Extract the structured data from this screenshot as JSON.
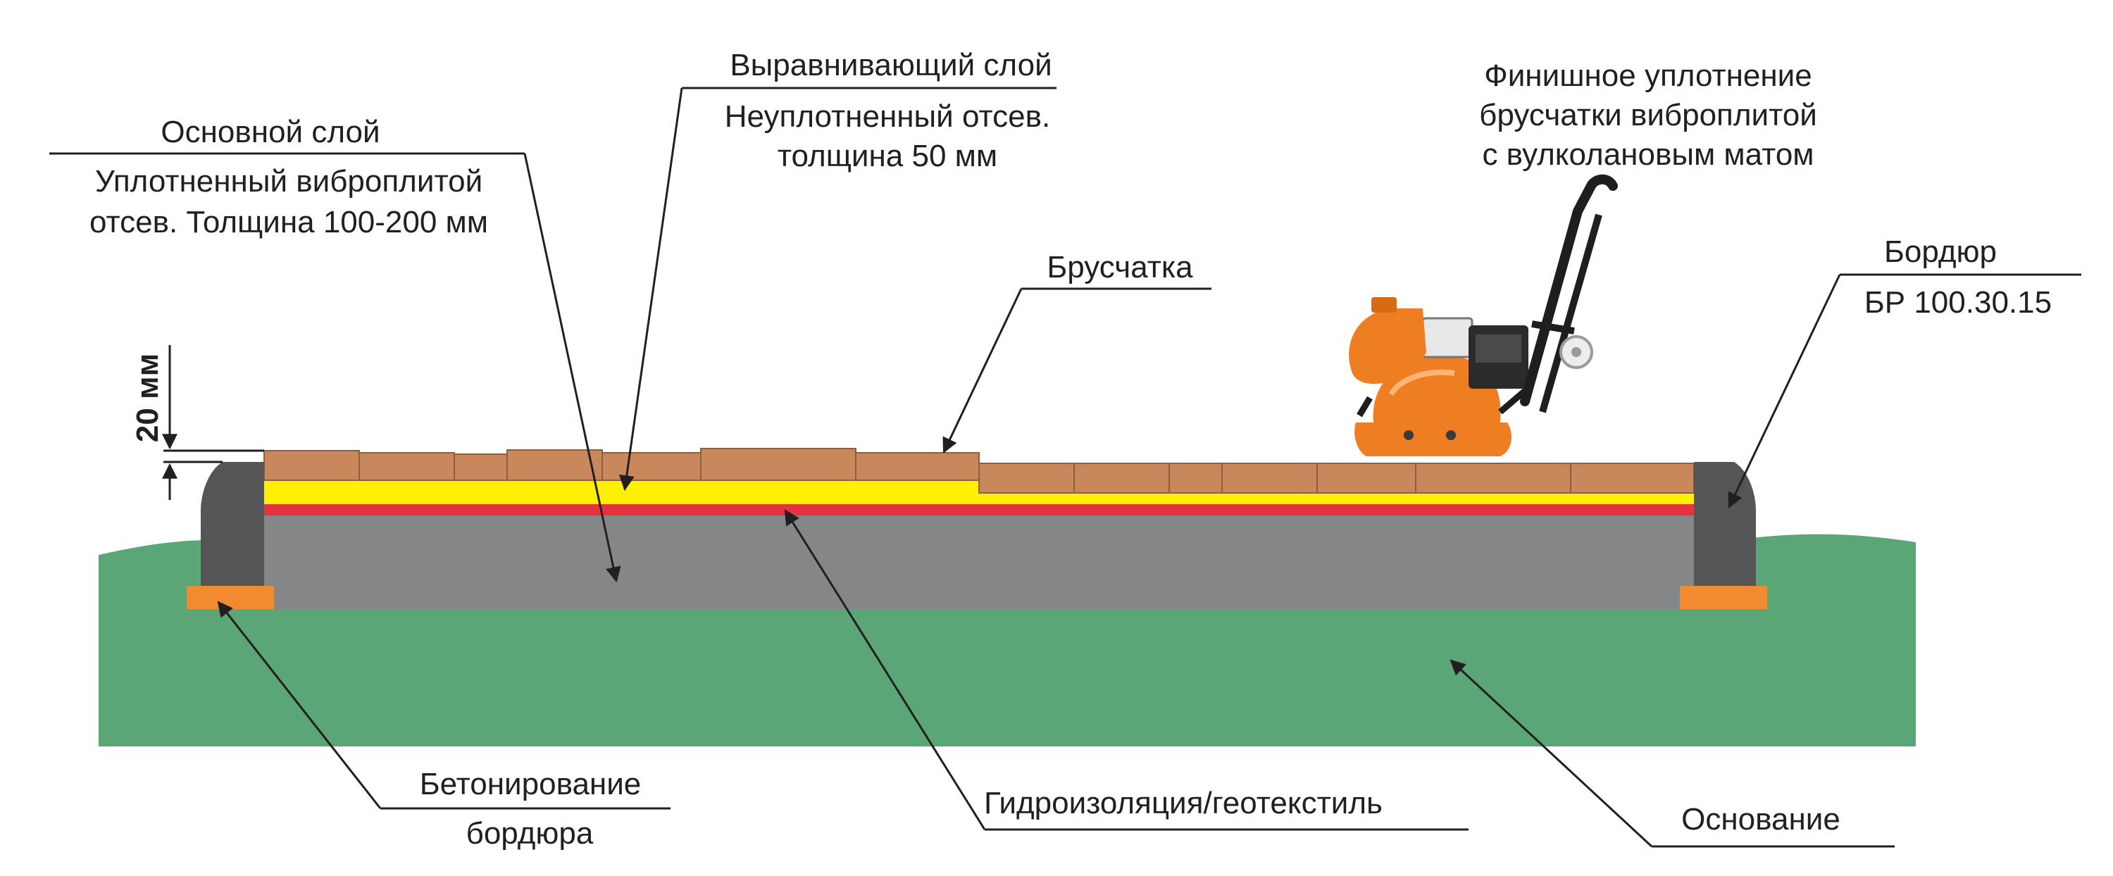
{
  "labels": {
    "base_layer_title": "Основной слой",
    "base_layer_desc_line1": "Уплотненный виброплитой",
    "base_layer_desc_line2": "отсев. Толщина 100-200 мм",
    "leveling_layer_title": "Выравнивающий слой",
    "leveling_layer_desc_line1": "Неуплотненный отсев.",
    "leveling_layer_desc_line2": "толщина 50 мм",
    "finishing_line1": "Финишное уплотнение",
    "finishing_line2": "брусчатки виброплитой",
    "finishing_line3": "с вулколановым матом",
    "paving": "Брусчатка",
    "curb_title": "Бордюр",
    "curb_code": "БР 100.30.15",
    "dimension": "20 мм",
    "curb_concreting_line1": "Бетонирование",
    "curb_concreting_line2": "бордюра",
    "waterproofing": "Гидроизоляция/геотекстиль",
    "foundation": "Основание"
  },
  "colors": {
    "ground": "#5aa676",
    "base_layer": "#858688",
    "leveling_layer": "#ffef00",
    "geotextile": "#e2343c",
    "paver": "#c9875c",
    "curb": "#555557",
    "curb_concrete": "#f28a30",
    "plate_compactor": "#ef7d22",
    "text": "#231f20"
  },
  "icons": {
    "plate_compactor": "plate-compactor-icon"
  }
}
